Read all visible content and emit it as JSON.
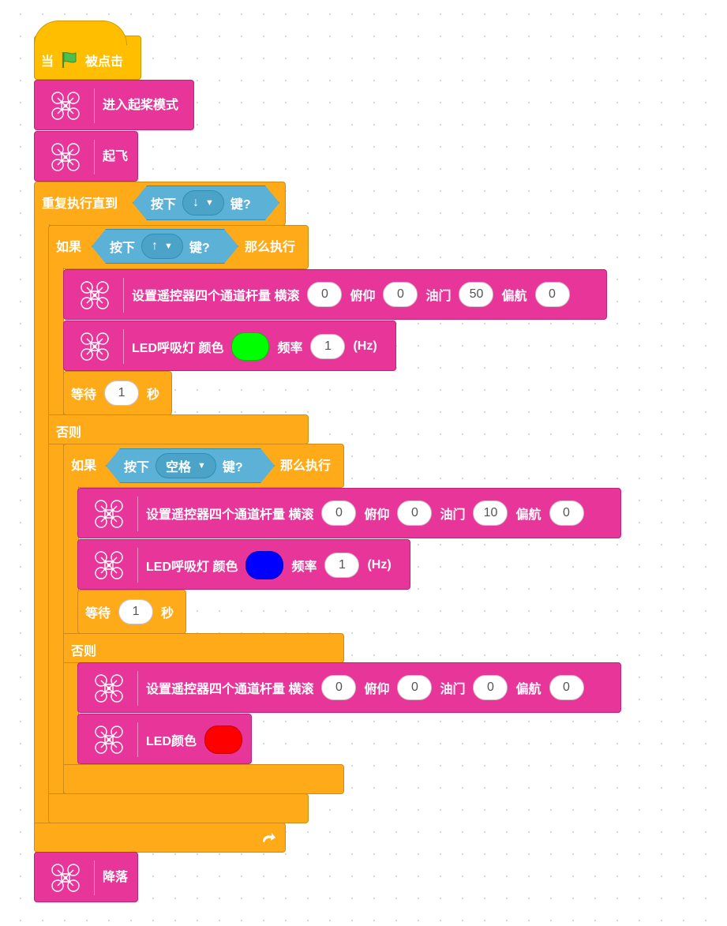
{
  "hat": {
    "prefix": "当",
    "suffix": "被点击",
    "icon": "green-flag-icon"
  },
  "enter_takeoff_mode": "进入起桨模式",
  "takeoff": "起飞",
  "repeat_until": {
    "label": "重复执行直到",
    "condition": {
      "prefix": "按下",
      "key": "↓",
      "suffix": "键?"
    },
    "loop_icon": "loop-arrow-icon"
  },
  "if1": {
    "if_label": "如果",
    "then_label": "那么执行",
    "else_label": "否则",
    "condition": {
      "prefix": "按下",
      "key": "↑",
      "suffix": "键?"
    }
  },
  "rc_block": {
    "label": "设置遥控器四个通道杆量 横滚",
    "pitch_label": "俯仰",
    "throttle_label": "油门",
    "yaw_label": "偏航"
  },
  "rc1": {
    "roll": "0",
    "pitch": "0",
    "throttle": "50",
    "yaw": "0"
  },
  "led_breath": {
    "label": "LED呼吸灯 颜色",
    "freq_label": "频率",
    "unit": "(Hz)"
  },
  "led1": {
    "color": "#00FF00",
    "freq": "1"
  },
  "wait": {
    "label": "等待",
    "unit": "秒"
  },
  "wait1": {
    "value": "1"
  },
  "if2": {
    "if_label": "如果",
    "then_label": "那么执行",
    "else_label": "否则",
    "condition": {
      "prefix": "按下",
      "key": "空格",
      "suffix": "键?"
    }
  },
  "rc2": {
    "roll": "0",
    "pitch": "0",
    "throttle": "10",
    "yaw": "0"
  },
  "led2": {
    "color": "#0000FF",
    "freq": "1"
  },
  "wait2": {
    "value": "1"
  },
  "rc3": {
    "roll": "0",
    "pitch": "0",
    "throttle": "0",
    "yaw": "0"
  },
  "led_color": {
    "label": "LED颜色",
    "color": "#FF0000"
  },
  "land": "降落",
  "colors": {
    "orange": "#FFAB19",
    "pink": "#E8359A",
    "hat": "#FFBF00",
    "sensing": "#5CB1D6"
  }
}
